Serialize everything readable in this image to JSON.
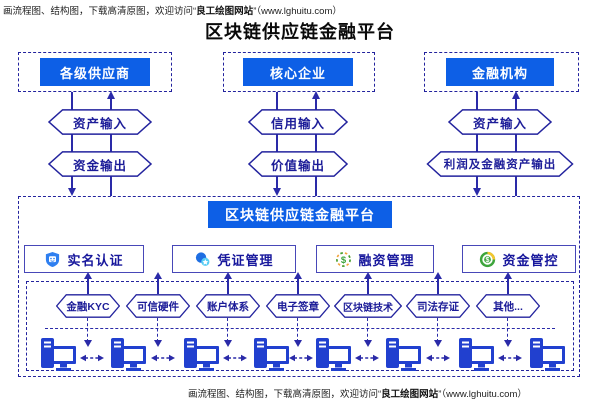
{
  "promo_note": {
    "prefix": "画流程图、结构图，下载高清原图，欢迎访问“",
    "site": "良工绘图网站",
    "suffix": "”（www.lghuitu.com）"
  },
  "page_title": "区块链供应链金融平台",
  "entities": [
    {
      "name": "各级供应商",
      "input": "资产输入",
      "output": "资金输出"
    },
    {
      "name": "核心企业",
      "input": "信用输入",
      "output": "价值输出"
    },
    {
      "name": "金融机构",
      "input": "资产输入",
      "output": "利润及金融资产输出"
    }
  ],
  "platform": {
    "title": "区块链供应链金融平台",
    "modules": [
      {
        "label": "实名认证",
        "icon": "shield-id-icon"
      },
      {
        "label": "凭证管理",
        "icon": "certificate-icon"
      },
      {
        "label": "融资管理",
        "icon": "financing-coin-icon",
        "icon_glyph": "$"
      },
      {
        "label": "资金管控",
        "icon": "funds-control-icon",
        "icon_glyph": "$"
      }
    ],
    "capabilities": [
      "金融KYC",
      "可信硬件",
      "账户体系",
      "电子签章",
      "区块链技术",
      "司法存证",
      "其他..."
    ],
    "node_computers": 8
  },
  "colors": {
    "brand_blue": "#0d5fe6",
    "line_navy": "#2a2aa8",
    "text_navy": "#17179c",
    "computer_blue": "#2140cf",
    "icon_green": "#3da53c",
    "icon_orange": "#f2a43c",
    "icon_yellow": "#f5c62e",
    "icon_cyan": "#58cdf4"
  }
}
